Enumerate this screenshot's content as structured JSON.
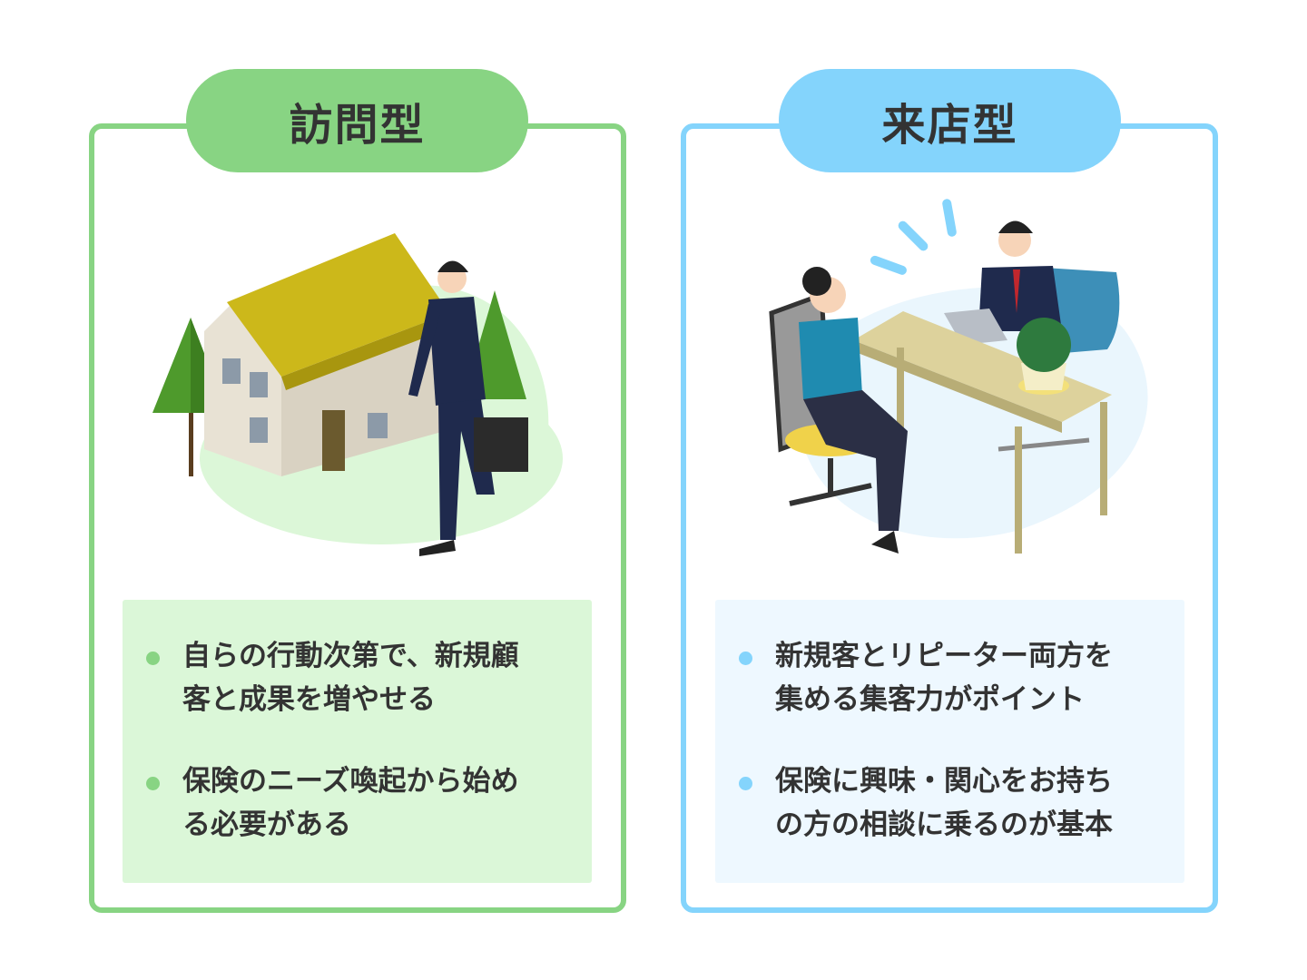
{
  "colors": {
    "visit": "#88d483",
    "store": "#84d4fc",
    "visit_bg": "#dbf7d8",
    "store_bg": "#eef8ff"
  },
  "visit": {
    "title": "訪問型",
    "bullets": [
      {
        "lines": [
          "自らの行動次第で、新規顧",
          "客と成果を増やせる"
        ]
      },
      {
        "lines": [
          "保険のニーズ喚起から始め",
          "る必要がある"
        ]
      }
    ]
  },
  "store": {
    "title": "来店型",
    "bullets": [
      {
        "lines": [
          "新規客とリピーター両方を",
          "集める集客力がポイント"
        ]
      },
      {
        "lines": [
          "保険に興味・関心をお持ち",
          "の方の相談に乗るのが基本"
        ]
      }
    ]
  }
}
